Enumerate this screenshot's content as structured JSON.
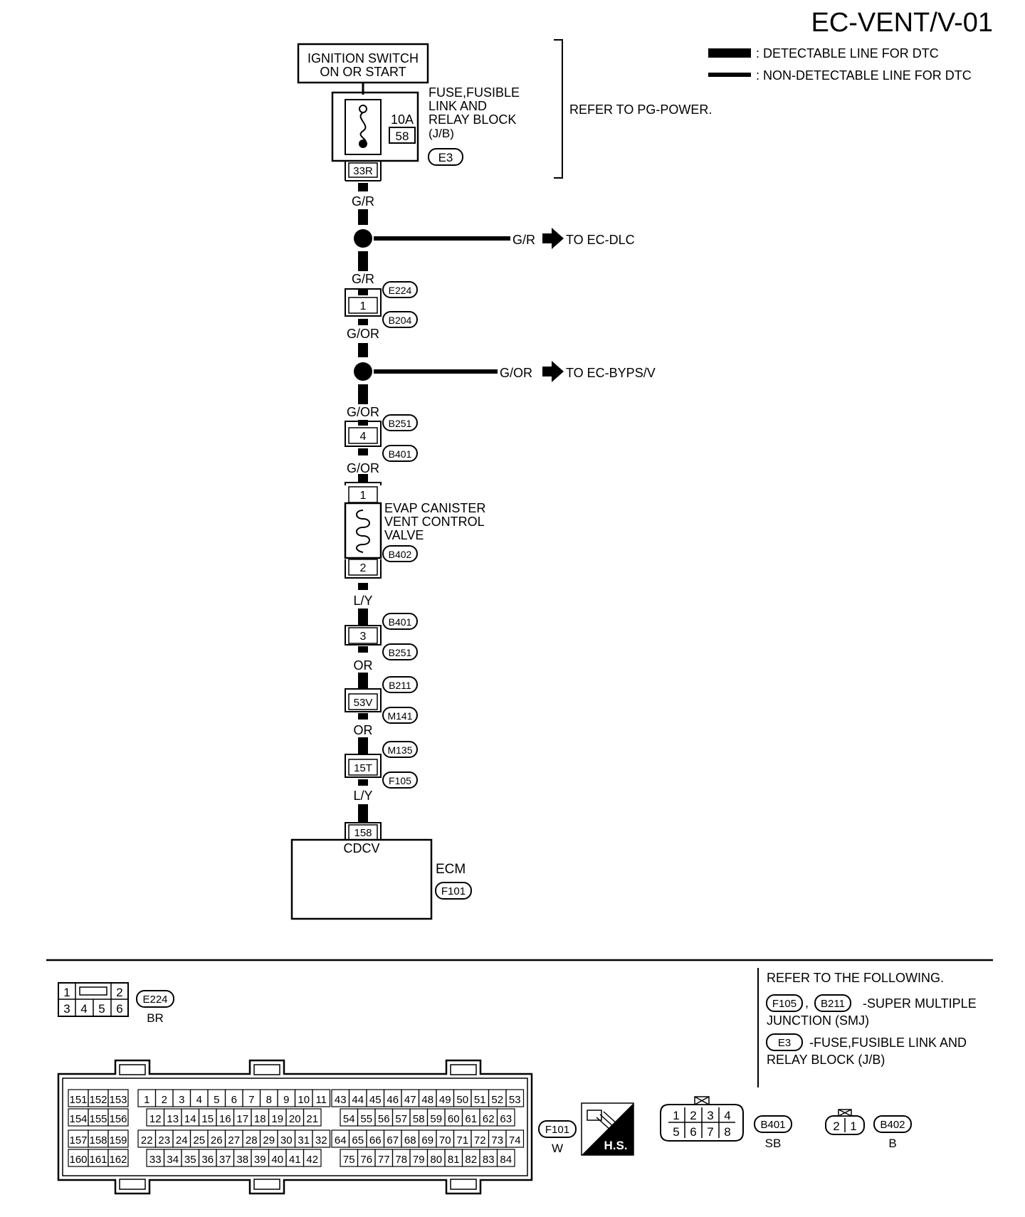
{
  "header": {
    "page_id": "EC-VENT/V-01"
  },
  "legend": {
    "detectable": ": DETECTABLE LINE FOR DTC",
    "non_detectable": ": NON-DETECTABLE LINE FOR DTC"
  },
  "power": {
    "ignition_line1": "IGNITION SWITCH",
    "ignition_line2": "ON OR START",
    "fuse_line1": "FUSE,FUSIBLE",
    "fuse_line2": "LINK AND",
    "fuse_line3": "RELAY BLOCK",
    "fuse_line4": "(J/B)",
    "fuse_rating": "10A",
    "fuse_number": "58",
    "fuse_connector": "E3",
    "terminal": "33R",
    "refer": "REFER TO PG-POWER."
  },
  "wires": {
    "w1": "G/R",
    "w2": "G/R",
    "w3": "G/R",
    "w4": "G/OR",
    "w5": "G/OR",
    "w6": "G/OR",
    "w7": "G/OR",
    "w8": "L/Y",
    "w9": "OR",
    "w10": "OR",
    "w11": "L/Y"
  },
  "splices": {
    "dlc_dest": "TO EC-DLC",
    "byps_dest": "TO EC-BYPS/V"
  },
  "connectors": {
    "c1": {
      "pin": "1",
      "top": "E224",
      "bottom": "B204"
    },
    "c2": {
      "pin": "4",
      "top": "B251",
      "bottom": "B401"
    },
    "c3": {
      "pin": "3",
      "top": "B401",
      "bottom": "B251"
    },
    "c4": {
      "pin": "53V",
      "top": "B211",
      "bottom": "M141"
    },
    "c5": {
      "pin": "15T",
      "top": "M135",
      "bottom": "F105"
    }
  },
  "valve": {
    "line1": "EVAP CANISTER",
    "line2": "VENT CONTROL",
    "line3": "VALVE",
    "pin_top": "1",
    "pin_bottom": "2",
    "connector": "B402"
  },
  "ecm": {
    "pin": "158",
    "signal": "CDCV",
    "name": "ECM",
    "connector": "F101"
  },
  "connector_views": {
    "e224": {
      "pins_top": [
        "1",
        "2"
      ],
      "pins_bottom": [
        "3",
        "4",
        "5",
        "6"
      ],
      "id": "E224",
      "color": "BR"
    },
    "f101": {
      "id": "F101",
      "color": "W",
      "hs": "H.S.",
      "left_rows": [
        [
          "151",
          "152",
          "153"
        ],
        [
          "154",
          "155",
          "156"
        ],
        [
          "157",
          "158",
          "159"
        ],
        [
          "160",
          "161",
          "162"
        ]
      ],
      "mid_rows": [
        [
          "1",
          "2",
          "3",
          "4",
          "5",
          "6",
          "7",
          "8",
          "9",
          "10",
          "11"
        ],
        [
          "12",
          "13",
          "14",
          "15",
          "16",
          "17",
          "18",
          "19",
          "20",
          "21"
        ],
        [
          "22",
          "23",
          "24",
          "25",
          "26",
          "27",
          "28",
          "29",
          "30",
          "31",
          "32"
        ],
        [
          "33",
          "34",
          "35",
          "36",
          "37",
          "38",
          "39",
          "40",
          "41",
          "42"
        ]
      ],
      "right_rows": [
        [
          "43",
          "44",
          "45",
          "46",
          "47",
          "48",
          "49",
          "50",
          "51",
          "52",
          "53"
        ],
        [
          "54",
          "55",
          "56",
          "57",
          "58",
          "59",
          "60",
          "61",
          "62",
          "63"
        ],
        [
          "64",
          "65",
          "66",
          "67",
          "68",
          "69",
          "70",
          "71",
          "72",
          "73",
          "74"
        ],
        [
          "75",
          "76",
          "77",
          "78",
          "79",
          "80",
          "81",
          "82",
          "83",
          "84"
        ]
      ]
    },
    "b401": {
      "pins_top": [
        "1",
        "2",
        "3",
        "4"
      ],
      "pins_bottom": [
        "5",
        "6",
        "7",
        "8"
      ],
      "id": "B401",
      "color": "SB"
    },
    "b402": {
      "pins": [
        "2",
        "1"
      ],
      "id": "B402",
      "color": "B"
    }
  },
  "refer_box": {
    "line1": "REFER TO THE FOLLOWING.",
    "smj_connectors": [
      "F105",
      "B211"
    ],
    "smj_text1": "-SUPER MULTIPLE",
    "smj_text2": "JUNCTION (SMJ)",
    "jb_connector": "E3",
    "jb_text1": "-FUSE,FUSIBLE LINK AND",
    "jb_text2": "RELAY BLOCK (J/B)"
  }
}
